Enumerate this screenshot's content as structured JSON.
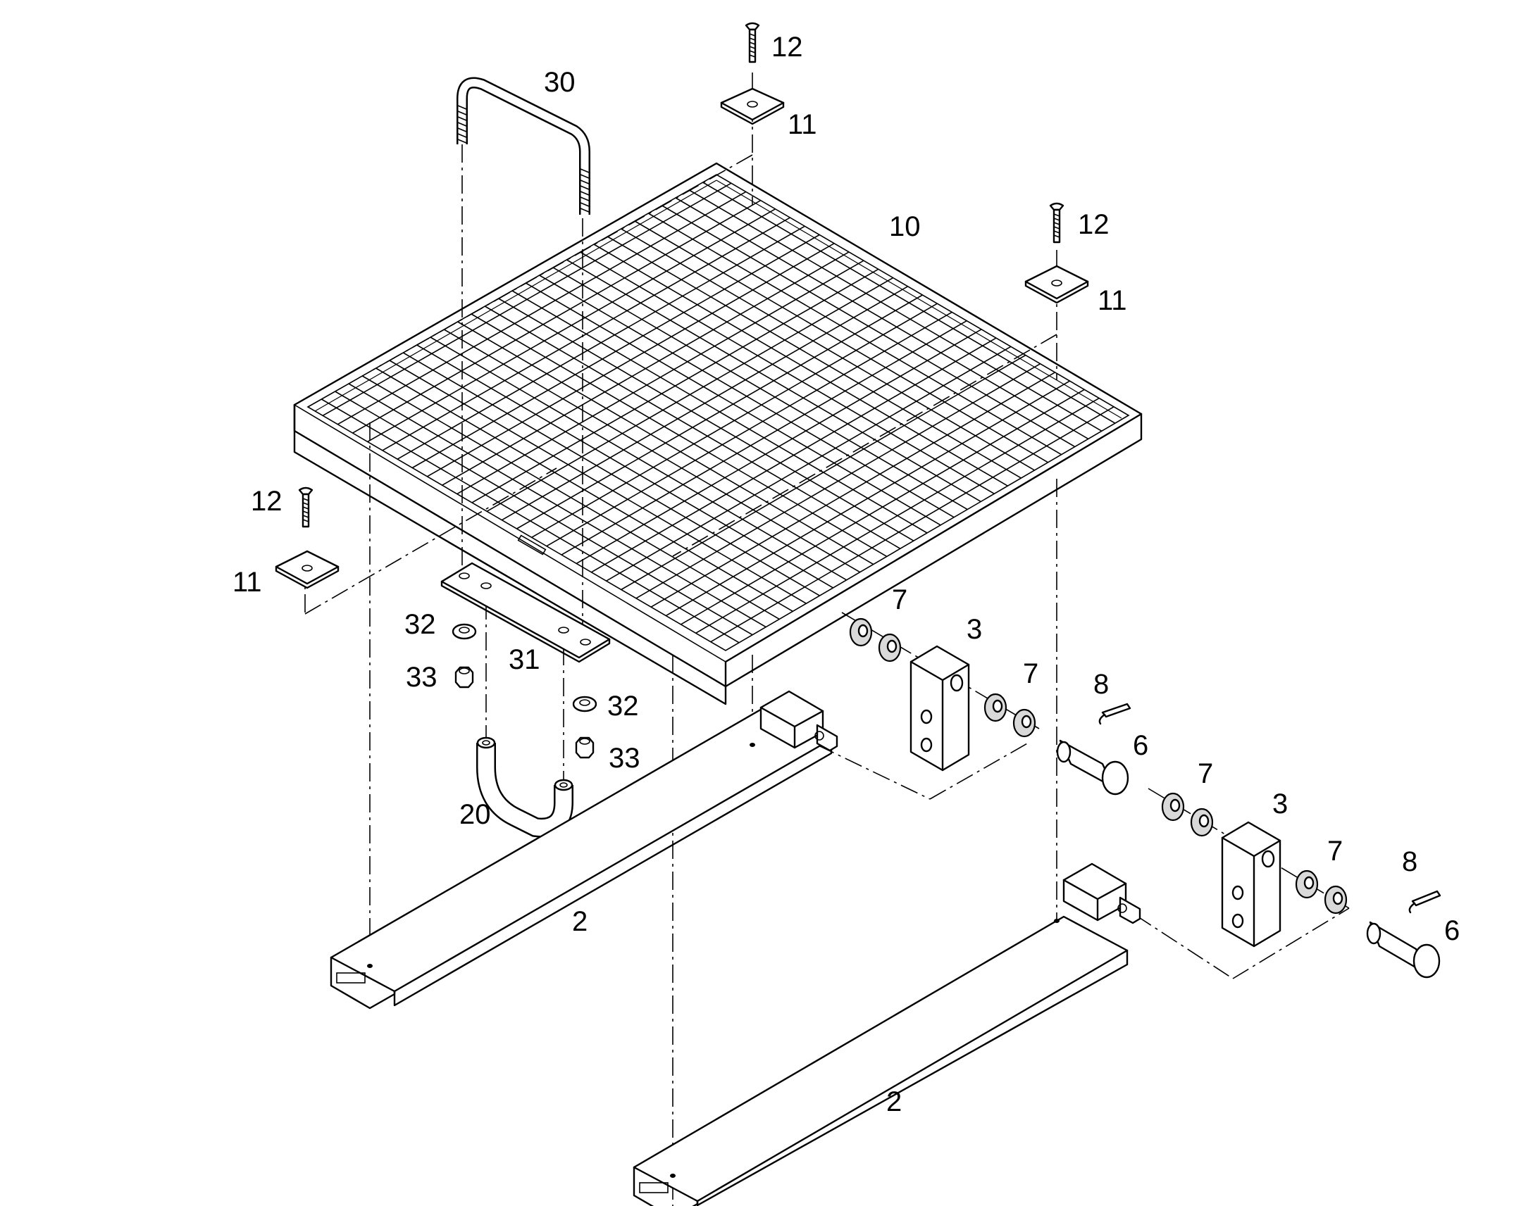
{
  "callouts": [
    {
      "id": "c2a",
      "text": "2"
    },
    {
      "id": "c2b",
      "text": "2"
    },
    {
      "id": "c3a",
      "text": "3"
    },
    {
      "id": "c3b",
      "text": "3"
    },
    {
      "id": "c6a",
      "text": "6"
    },
    {
      "id": "c6b",
      "text": "6"
    },
    {
      "id": "c7a",
      "text": "7"
    },
    {
      "id": "c7b",
      "text": "7"
    },
    {
      "id": "c7c",
      "text": "7"
    },
    {
      "id": "c7d",
      "text": "7"
    },
    {
      "id": "c8a",
      "text": "8"
    },
    {
      "id": "c8b",
      "text": "8"
    },
    {
      "id": "c10",
      "text": "10"
    },
    {
      "id": "c11a",
      "text": "11"
    },
    {
      "id": "c11b",
      "text": "11"
    },
    {
      "id": "c11c",
      "text": "11"
    },
    {
      "id": "c12a",
      "text": "12"
    },
    {
      "id": "c12b",
      "text": "12"
    },
    {
      "id": "c12c",
      "text": "12"
    },
    {
      "id": "c20",
      "text": "20"
    },
    {
      "id": "c30",
      "text": "30"
    },
    {
      "id": "c31",
      "text": "31"
    },
    {
      "id": "c32a",
      "text": "32"
    },
    {
      "id": "c32b",
      "text": "32"
    },
    {
      "id": "c33a",
      "text": "33"
    },
    {
      "id": "c33b",
      "text": "33"
    }
  ]
}
